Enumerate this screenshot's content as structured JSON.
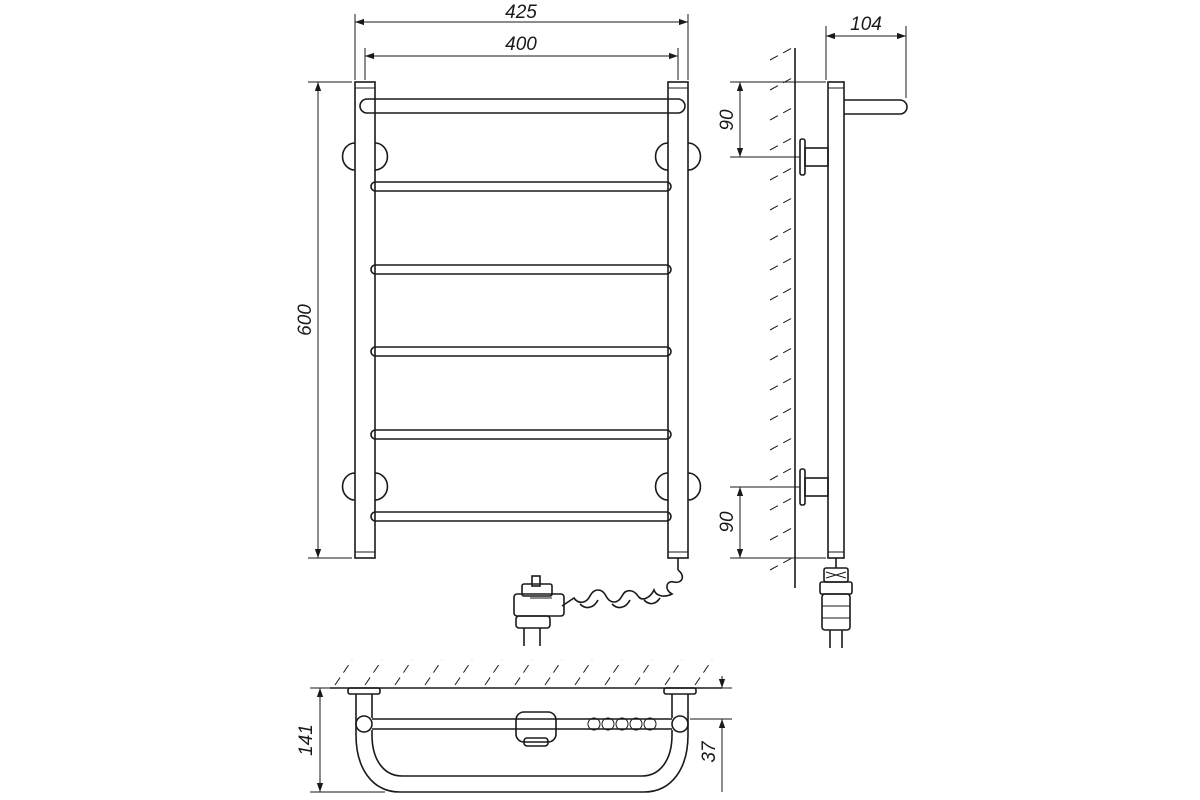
{
  "drawing": {
    "front_view": {
      "dims": {
        "overall_width": "425",
        "center_width": "400",
        "height": "600"
      }
    },
    "side_view": {
      "dims": {
        "depth": "104",
        "top_offset": "90",
        "bottom_offset": "90"
      }
    },
    "top_view": {
      "dims": {
        "depth": "141",
        "bar_offset": "37"
      }
    }
  }
}
